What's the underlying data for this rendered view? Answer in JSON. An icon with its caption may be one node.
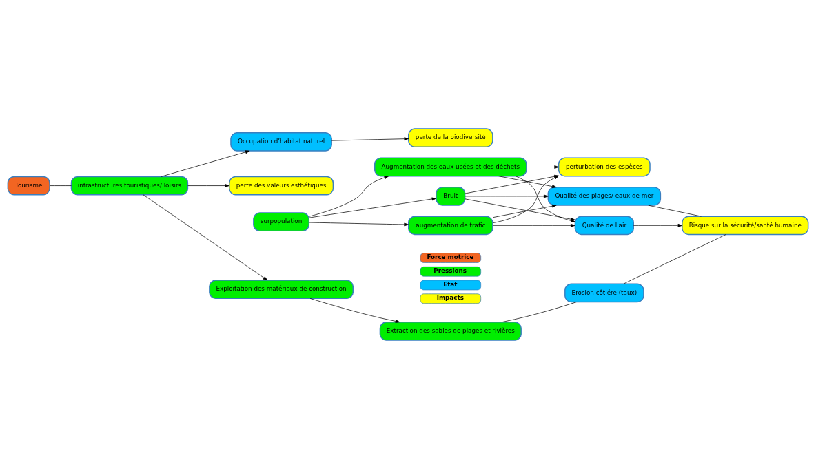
{
  "diagram": {
    "nodes": [
      {
        "text": [
          "Tourisme"
        ]
      },
      {
        "text": [
          "infrastructures touristiques/ loisirs"
        ]
      },
      {
        "text": [
          "surpopulation"
        ]
      },
      {
        "text": [
          "Exploitation des matériaux de construction"
        ]
      },
      {
        "text": [
          "Extraction des sables de plages et rivières"
        ]
      },
      {
        "text": [
          "perte des valeurs esthétiques"
        ]
      },
      {
        "text": [
          "Occupation d’habitat naturel"
        ]
      },
      {
        "text": [
          "perte de la biodiversité"
        ]
      },
      {
        "text": [
          "Erosion côtiére (taux)"
        ]
      },
      {
        "text": [
          "Augmentation des eaux usées et des déchets"
        ]
      },
      {
        "text": [
          "Bruit"
        ]
      },
      {
        "text": [
          "augmentation de trafic"
        ]
      },
      {
        "text": [
          "Qualité des plages/ eaux de mer"
        ]
      },
      {
        "text": [
          "perturbation des espèces"
        ]
      },
      {
        "text": [
          "Qualité de l'air"
        ]
      },
      {
        "text": [
          "Risque sur la sécurité/santé humaine"
        ]
      }
    ],
    "edges": [
      {
        "from": 0,
        "to": 1,
        "arrow": "none"
      },
      {
        "from": 1,
        "to": 3,
        "arrow": "to"
      },
      {
        "from": 1,
        "to": 5,
        "arrow": "to"
      },
      {
        "from": 1,
        "to": 6,
        "arrow": "to"
      },
      {
        "from": 3,
        "to": 4,
        "arrow": "to"
      },
      {
        "from": 6,
        "to": 7,
        "arrow": "to"
      },
      {
        "from": 4,
        "to": 8,
        "arrow": "none"
      },
      {
        "from": 8,
        "to": 15,
        "arrow": "none"
      },
      {
        "from": 2,
        "to": 9,
        "arrow": "to"
      },
      {
        "from": 2,
        "to": 10,
        "arrow": "to"
      },
      {
        "from": 2,
        "to": 11,
        "arrow": "to"
      },
      {
        "from": 9,
        "to": 12,
        "arrow": "to"
      },
      {
        "from": 9,
        "to": 13,
        "arrow": "to"
      },
      {
        "from": 9,
        "to": 14,
        "arrow": "to"
      },
      {
        "from": 10,
        "to": 12,
        "arrow": "to"
      },
      {
        "from": 10,
        "to": 13,
        "arrow": "to"
      },
      {
        "from": 10,
        "to": 14,
        "arrow": "to"
      },
      {
        "from": 11,
        "to": 12,
        "arrow": "to"
      },
      {
        "from": 11,
        "to": 13,
        "arrow": "to"
      },
      {
        "from": 11,
        "to": 14,
        "arrow": "to"
      },
      {
        "from": 12,
        "to": 15,
        "arrow": "none"
      },
      {
        "from": 14,
        "to": 15,
        "arrow": "to"
      }
    ],
    "legend": [
      {
        "text": "Force motrice",
        "color": "#f26522"
      },
      {
        "text": "Pressions",
        "color": "#00ee00"
      },
      {
        "text": "Etat",
        "color": "#00bfff"
      },
      {
        "text": "Impacts",
        "color": "#ffff00"
      }
    ]
  }
}
